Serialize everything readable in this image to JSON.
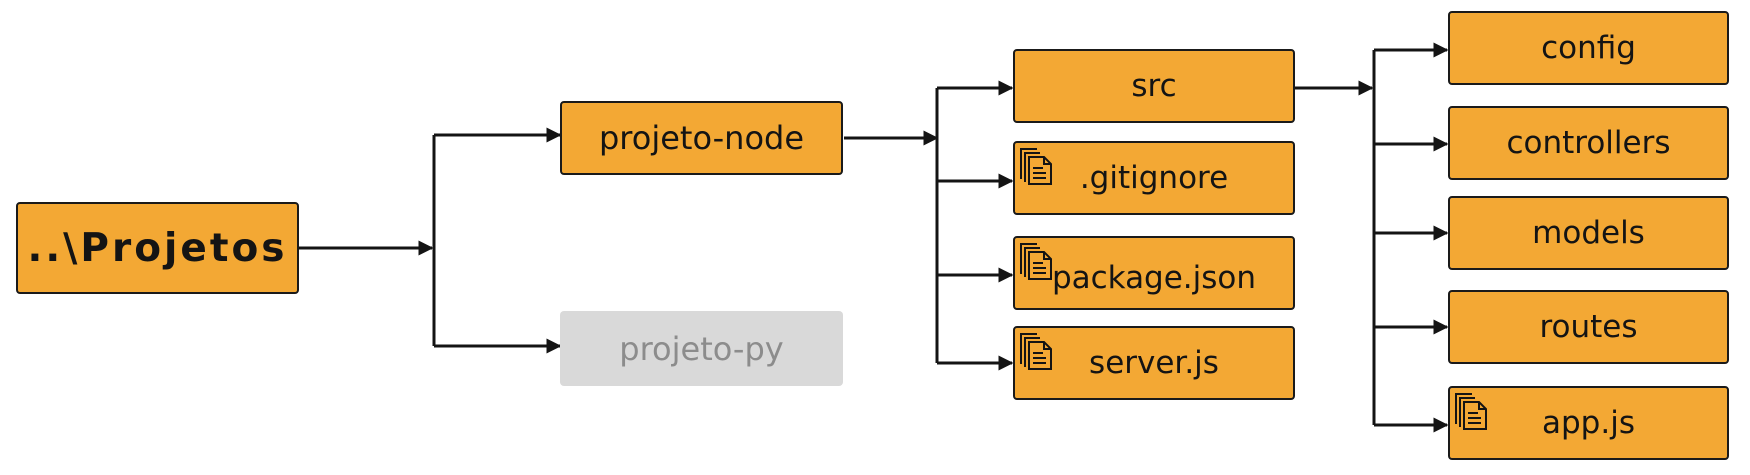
{
  "colors": {
    "folder": "#f3a834",
    "dimmed": "#d9d9d9",
    "line": "#141414"
  },
  "root": {
    "label": "..\\Projetos"
  },
  "level1": [
    {
      "label": "projeto-node",
      "dimmed": false
    },
    {
      "label": "projeto-py",
      "dimmed": true
    }
  ],
  "level2": [
    {
      "label": "src",
      "type": "folder"
    },
    {
      "label": ".gitignore",
      "type": "file",
      "icon": "file-icon"
    },
    {
      "label": "package.json",
      "type": "file",
      "icon": "file-icon"
    },
    {
      "label": "server.js",
      "type": "file",
      "icon": "file-icon"
    }
  ],
  "level3": [
    {
      "label": "config",
      "type": "folder"
    },
    {
      "label": "controllers",
      "type": "folder"
    },
    {
      "label": "models",
      "type": "folder"
    },
    {
      "label": "routes",
      "type": "folder"
    },
    {
      "label": "app.js",
      "type": "file",
      "icon": "file-icon"
    }
  ]
}
